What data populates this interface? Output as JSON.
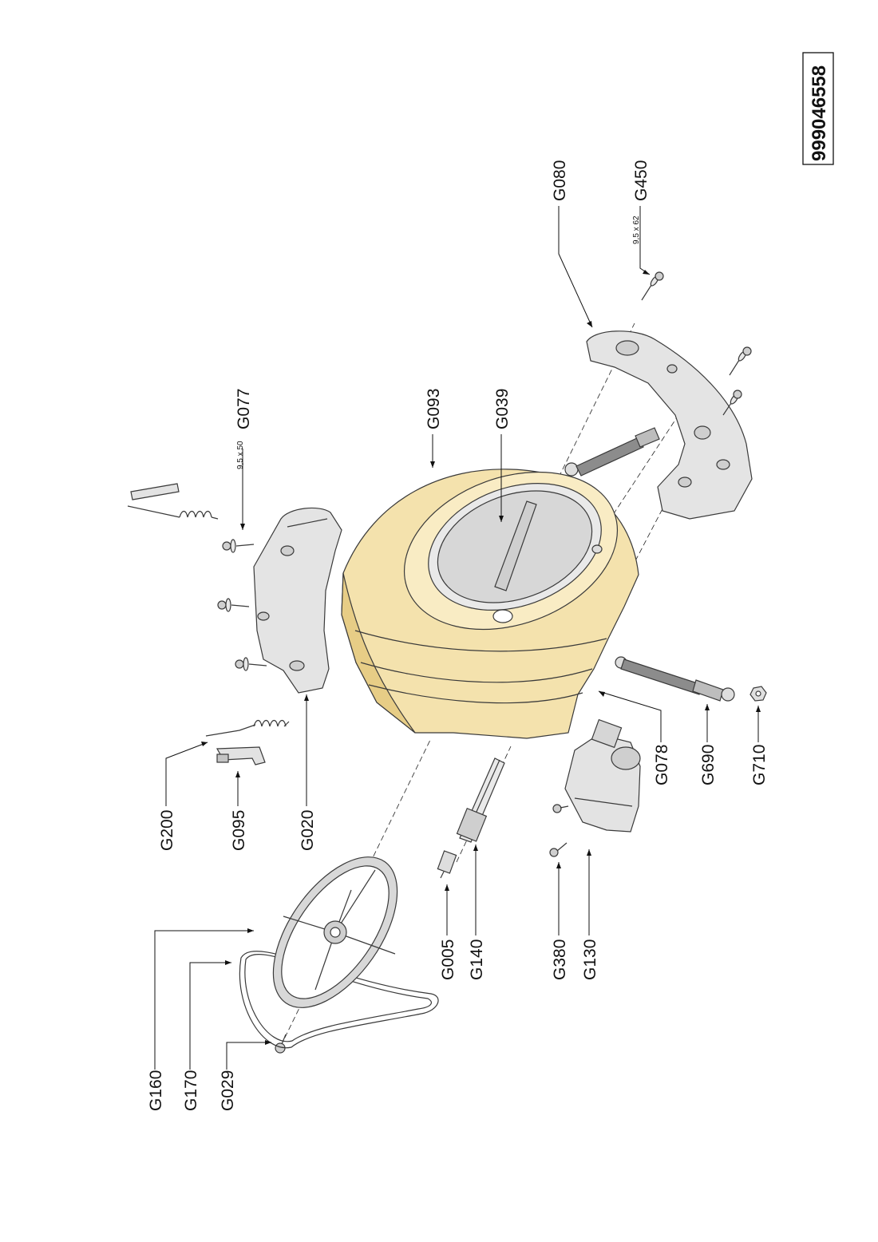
{
  "document_number": "999046558",
  "callouts": [
    {
      "id": "g160",
      "code": "G160"
    },
    {
      "id": "g170",
      "code": "G170"
    },
    {
      "id": "g029",
      "code": "G029"
    },
    {
      "id": "g200",
      "code": "G200"
    },
    {
      "id": "g095",
      "code": "G095"
    },
    {
      "id": "g020",
      "code": "G020"
    },
    {
      "id": "g005",
      "code": "G005"
    },
    {
      "id": "g140",
      "code": "G140"
    },
    {
      "id": "g380",
      "code": "G380"
    },
    {
      "id": "g130",
      "code": "G130"
    },
    {
      "id": "g078",
      "code": "G078"
    },
    {
      "id": "g690",
      "code": "G690"
    },
    {
      "id": "g710",
      "code": "G710"
    },
    {
      "id": "g077",
      "code": "G077"
    },
    {
      "id": "g093",
      "code": "G093"
    },
    {
      "id": "g039",
      "code": "G039"
    },
    {
      "id": "g080",
      "code": "G080"
    },
    {
      "id": "g450",
      "code": "G450"
    }
  ],
  "dimensions": {
    "g077_screw": "9,5 x 50",
    "g450_screw": "9,5 x 62"
  },
  "colors": {
    "tub": "#f4e2ad",
    "weights": "#e4e4e4",
    "line": "#111111"
  }
}
